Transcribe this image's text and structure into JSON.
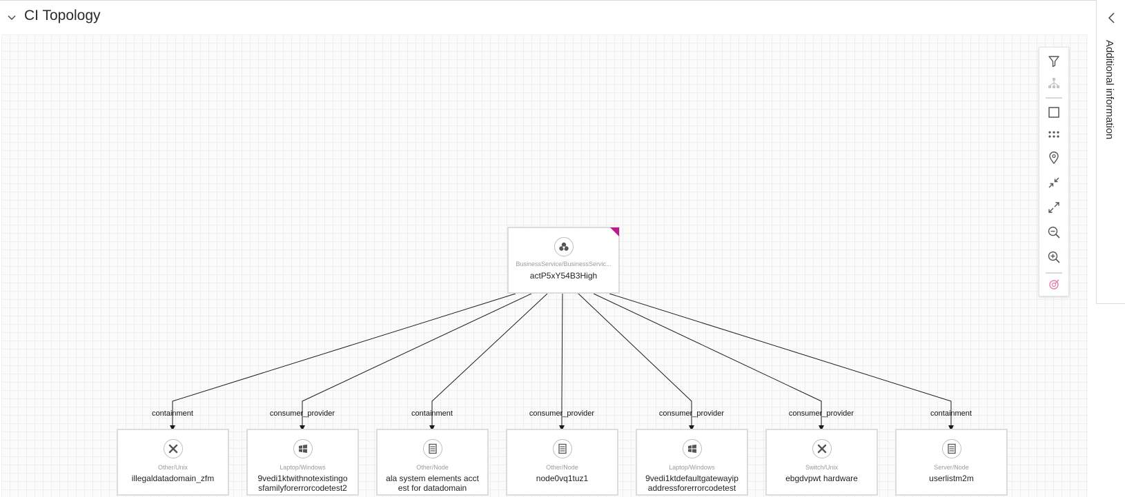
{
  "header": {
    "title": "CI Topology"
  },
  "side_panel": {
    "label": "Additional information"
  },
  "colors": {
    "accent": "#c0198c",
    "edge": "#1a1a1a",
    "node_border": "#dcdcdc"
  },
  "toolbar": {
    "tools": [
      {
        "icon": "filter-icon"
      },
      {
        "icon": "hierarchy-icon"
      },
      {
        "icon": "select-box-icon"
      },
      {
        "icon": "grid-layout-icon"
      },
      {
        "icon": "location-pin-icon"
      },
      {
        "icon": "collapse-arrows-icon"
      },
      {
        "icon": "expand-arrows-icon"
      },
      {
        "icon": "zoom-out-icon"
      },
      {
        "icon": "zoom-in-icon"
      },
      {
        "icon": "target-icon"
      }
    ]
  },
  "topology": {
    "root": {
      "type": "BusinessService/BusinessServic...",
      "name": "actP5xY54B3High",
      "icon": "business-service-icon"
    },
    "children": [
      {
        "type": "Other/Unix",
        "name": "illegaldatadomain_zfm",
        "icon": "unix-icon",
        "relation": "containment"
      },
      {
        "type": "Laptop/Windows",
        "name": "9vedi1ktwithnotexistingo sfamilyforerrorcodetest2",
        "icon": "windows-icon",
        "relation": "consumer_provider"
      },
      {
        "type": "Other/Node",
        "name": "ala system elements acct est for datadomain",
        "icon": "server-icon",
        "relation": "containment"
      },
      {
        "type": "Other/Node",
        "name": "node0vq1tuz1",
        "icon": "server-icon",
        "relation": "consumer_provider"
      },
      {
        "type": "Laptop/Windows",
        "name": "9vedi1ktdefaultgatewayip addressforerrorcodetest",
        "icon": "windows-icon",
        "relation": "consumer_provider"
      },
      {
        "type": "Switch/Unix",
        "name": "ebgdvpwt hardware",
        "icon": "unix-icon",
        "relation": "consumer_provider"
      },
      {
        "type": "Server/Node",
        "name": "userlistm2m",
        "icon": "server-icon",
        "relation": "containment"
      }
    ]
  }
}
